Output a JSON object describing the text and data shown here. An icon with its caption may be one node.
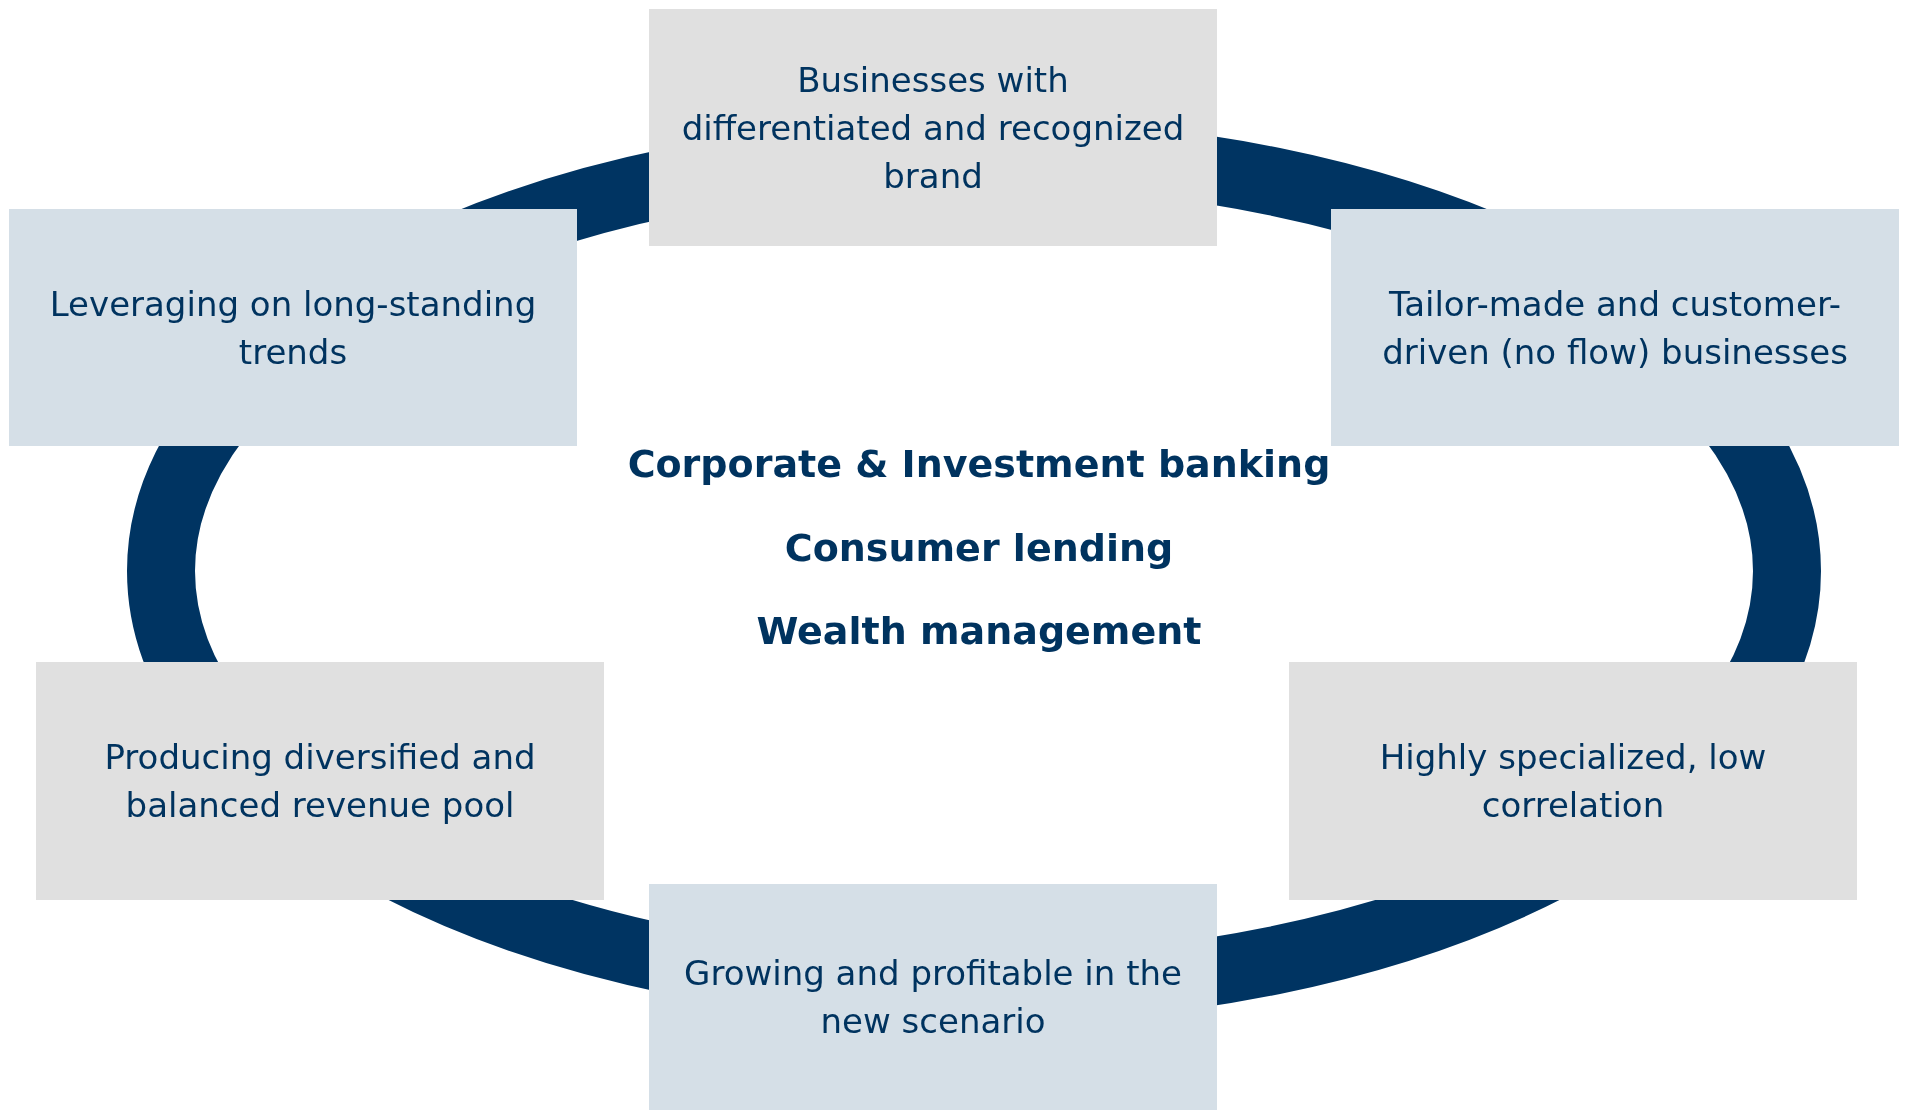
{
  "diagram": {
    "nodes": [
      {
        "text": [
          "Businesses with differentiated and recognized brand"
        ]
      },
      {
        "text": [
          "Leveraging on long-standing trends"
        ]
      },
      {
        "text": [
          "Tailor-made and customer-driven (no flow) businesses"
        ]
      },
      {
        "text": [
          "Producing diversified and balanced revenue pool"
        ]
      },
      {
        "text": [
          "Highly specialized, low correlation"
        ]
      },
      {
        "text": [
          "Growing and profitable in the new scenario"
        ]
      }
    ],
    "labels": [
      "Corporate & Investment banking",
      "Consumer lending",
      "Wealth management"
    ]
  }
}
